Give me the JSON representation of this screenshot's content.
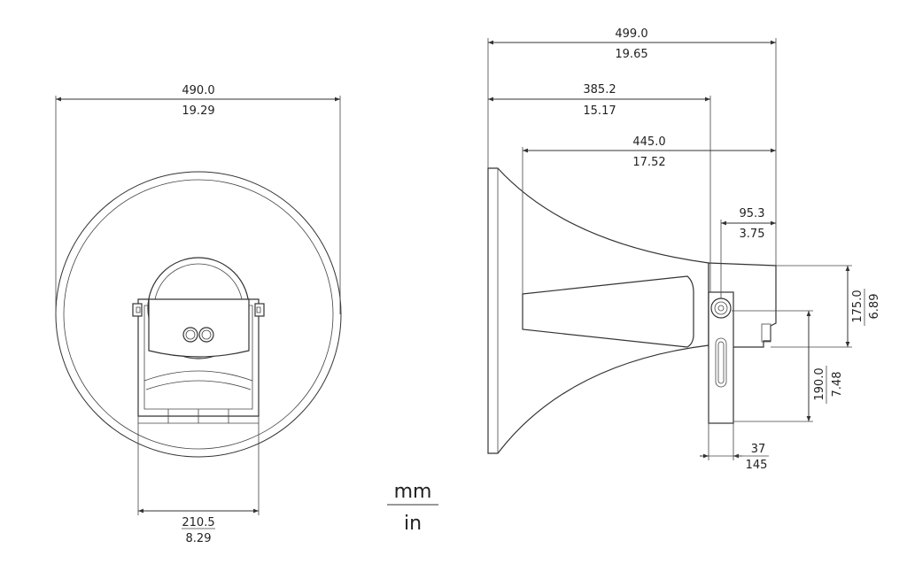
{
  "dimensions": {
    "front_width": {
      "mm": "490.0",
      "in": "19.29"
    },
    "bracket_width": {
      "mm": "210.5",
      "in": "8.29"
    },
    "overall_length": {
      "mm": "499.0",
      "in": "19.65"
    },
    "bracket_offset": {
      "mm": "385.2",
      "in": "15.17"
    },
    "horn_length": {
      "mm": "445.0",
      "in": "17.52"
    },
    "driver_depth": {
      "mm": "95.3",
      "in": "3.75"
    },
    "driver_height": {
      "mm": "175.0",
      "in": "6.89"
    },
    "pivot_height": {
      "mm": "190.0",
      "in": "7.48"
    },
    "bracket_thickness": {
      "mm": "37",
      "in": "145"
    }
  },
  "units_legend": {
    "top": "mm",
    "bottom": "in"
  }
}
